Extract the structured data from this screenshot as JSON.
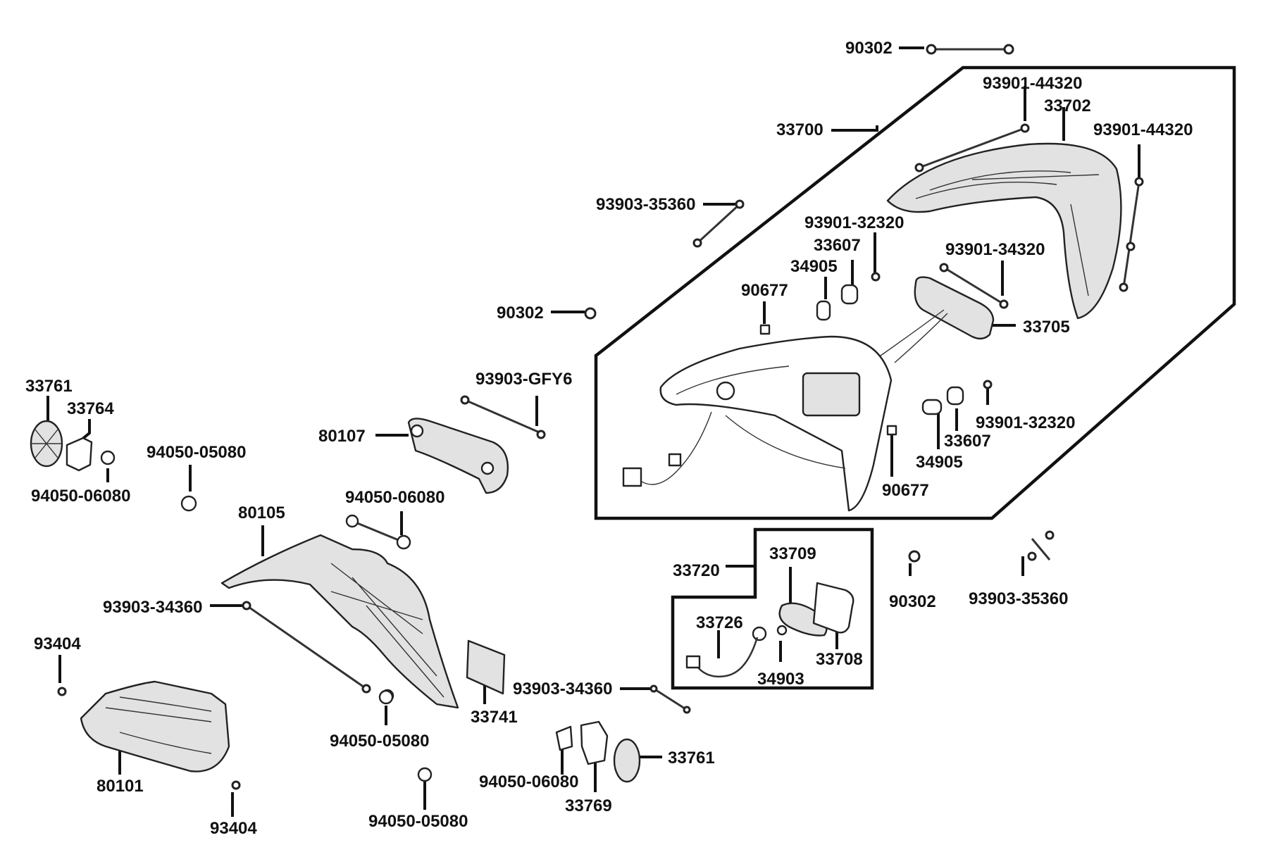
{
  "diagram": {
    "labels": {
      "l_90302_top": "90302",
      "l_93901_44320_a": "93901-44320",
      "l_33702": "33702",
      "l_93901_44320_b": "93901-44320",
      "l_33700": "33700",
      "l_93903_35360_top": "93903-35360",
      "l_93901_32320_top": "93901-32320",
      "l_33607_top": "33607",
      "l_34905_top": "34905",
      "l_93901_34320": "93901-34320",
      "l_90677_top": "90677",
      "l_90302_mid": "90302",
      "l_33705": "33705",
      "l_93903_gfy6": "93903-GFY6",
      "l_33761_left": "33761",
      "l_33764": "33764",
      "l_93901_32320_bot": "93901-32320",
      "l_33607_bot": "33607",
      "l_34905_bot": "34905",
      "l_80107": "80107",
      "l_94050_05080_top": "94050-05080",
      "l_94050_06080_left": "94050-06080",
      "l_90677_bot": "90677",
      "l_94050_06080_mid": "94050-06080",
      "l_80105": "80105",
      "l_33709": "33709",
      "l_33720": "33720",
      "l_90302_right": "90302",
      "l_93903_35360_right": "93903-35360",
      "l_93903_34360_left": "93903-34360",
      "l_33726": "33726",
      "l_93404_top": "93404",
      "l_33708": "33708",
      "l_34903": "34903",
      "l_93903_34360_mid": "93903-34360",
      "l_33741": "33741",
      "l_94050_05080_mid": "94050-05080",
      "l_33761_right": "33761",
      "l_80101": "80101",
      "l_94050_06080_bot": "94050-06080",
      "l_33769": "33769",
      "l_93404_bot": "93404",
      "l_94050_05080_bot": "94050-05080"
    }
  }
}
